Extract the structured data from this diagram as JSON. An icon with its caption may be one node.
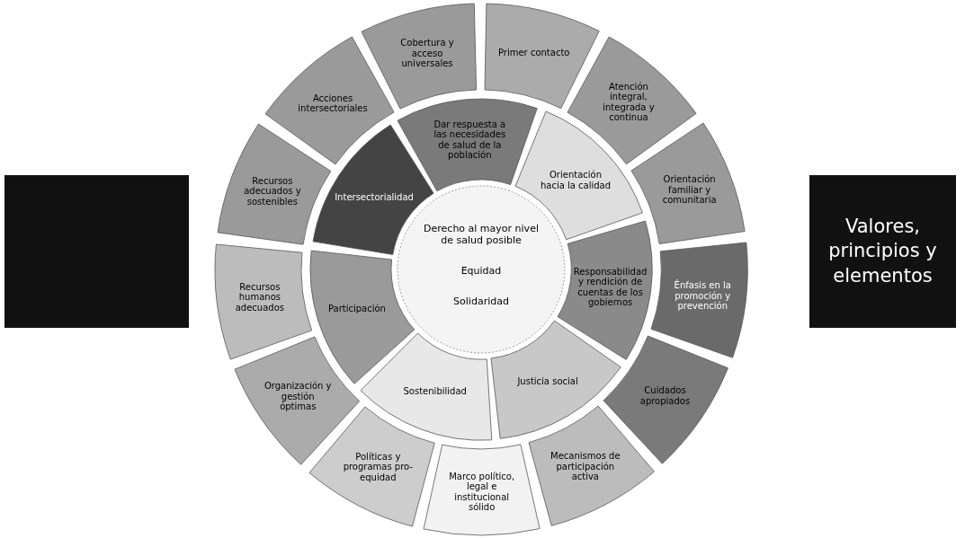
{
  "diagram": {
    "nodes": [
      {
        "text": [],
        "shape": "box"
      },
      {
        "text": [
          "Derecho al mayor nivel de salud posible",
          "Equidad",
          "Solidaridad"
        ]
      },
      {
        "text": [
          "Dar respuesta a las necesidades de salud de la población"
        ]
      },
      {
        "text": [
          "Orientación hacia la calidad"
        ]
      },
      {
        "text": [
          "Responsabilidad y rendición de cuentas de los gobiernos"
        ]
      },
      {
        "text": [
          "Justicia social"
        ]
      },
      {
        "text": [
          "Sostenibilidad"
        ]
      },
      {
        "text": [
          "Participación"
        ]
      },
      {
        "text": [
          "Intersectorialidad"
        ]
      },
      {
        "text": [
          "Cobertura y acceso universales"
        ]
      },
      {
        "text": [
          "Primer contacto"
        ]
      },
      {
        "text": [
          "Atención integral, integrada y continua"
        ]
      },
      {
        "text": [
          "Orientación familiar y comunitaria"
        ]
      },
      {
        "text": [
          "Énfasis en la promoción y prevención"
        ]
      },
      {
        "text": [
          "Cuidados apropiados"
        ]
      },
      {
        "text": [
          "Mecanismos de participación activa"
        ]
      },
      {
        "text": [
          "Marco político, legal e institucional sólido"
        ]
      },
      {
        "text": [
          "Políticas y programas pro-equidad"
        ]
      },
      {
        "text": [
          "Organización y gestión óptimas"
        ]
      },
      {
        "text": [
          "Recursos humanos adecuados"
        ]
      },
      {
        "text": [
          "Recursos adecuados y sostenibles"
        ]
      },
      {
        "text": [
          "Acciones intersectoriales"
        ]
      },
      {
        "text": [
          "Valores, principios y elementos"
        ]
      }
    ]
  }
}
